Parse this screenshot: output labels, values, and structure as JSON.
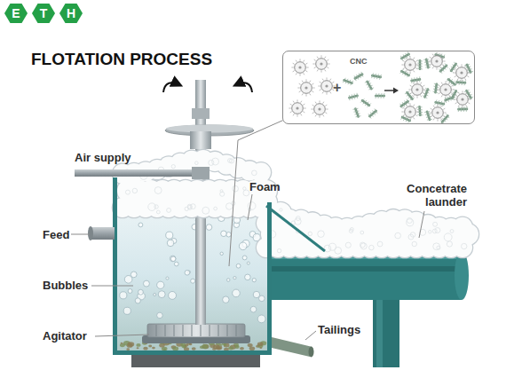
{
  "diagram": {
    "title": "FLOTATION PROCESS",
    "nodes": [
      {
        "text": [
          "E"
        ]
      },
      {
        "text": [
          "T"
        ]
      },
      {
        "text": [
          "H"
        ]
      },
      {
        "text": [
          "CNC",
          "+"
        ]
      }
    ],
    "labels": [
      "Air supply",
      "Foam",
      "Concetrate launder",
      "Feed",
      "Bubbles",
      "Agitator",
      "Tailings"
    ]
  }
}
